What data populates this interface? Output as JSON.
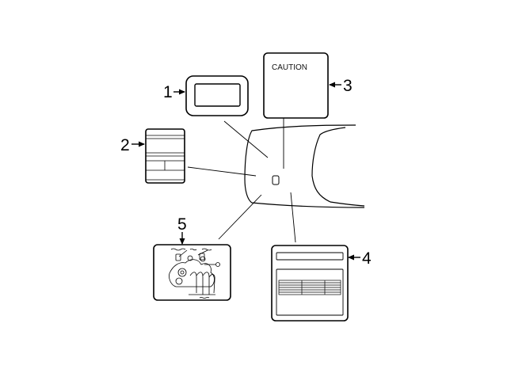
{
  "callouts": [
    {
      "number": "1"
    },
    {
      "number": "2"
    },
    {
      "number": "3"
    },
    {
      "number": "4"
    },
    {
      "number": "5"
    }
  ],
  "labels": {
    "caution_text": "CAUTION"
  },
  "colors": {
    "stroke": "#000000",
    "background": "#ffffff"
  }
}
